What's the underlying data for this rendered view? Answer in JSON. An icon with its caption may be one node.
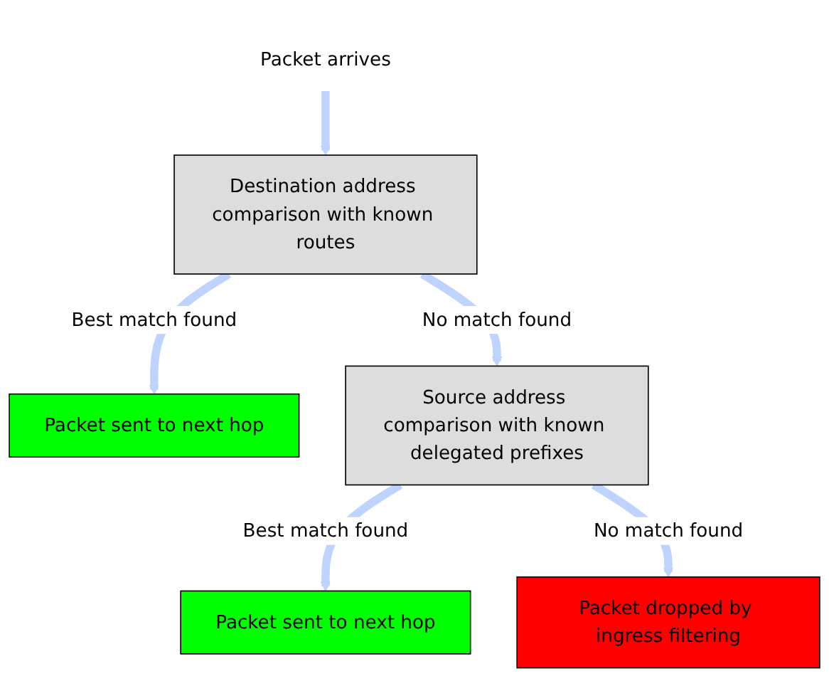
{
  "diagram": {
    "nodes": [
      {
        "text": [
          "Packet arrives"
        ]
      },
      {
        "text": [
          "Destination address comparison with known routes"
        ]
      },
      {
        "text": [
          "Packet sent to next hop"
        ]
      },
      {
        "text": [
          "Source address comparison with known delegated prefixes"
        ]
      },
      {
        "text": [
          "Packet sent to next hop"
        ]
      },
      {
        "text": [
          "Packet dropped by ingress filtering"
        ]
      }
    ],
    "edges": [
      {
        "from": 0,
        "to": 1,
        "arrow": "to"
      },
      {
        "from": 1,
        "to": 2,
        "arrow": "to",
        "label": "Best match found"
      },
      {
        "from": 1,
        "to": 3,
        "arrow": "to",
        "label": "No match found"
      },
      {
        "from": 3,
        "to": 4,
        "arrow": "to",
        "label": "Best match found"
      },
      {
        "from": 3,
        "to": 5,
        "arrow": "to",
        "label": "No match found"
      }
    ]
  }
}
